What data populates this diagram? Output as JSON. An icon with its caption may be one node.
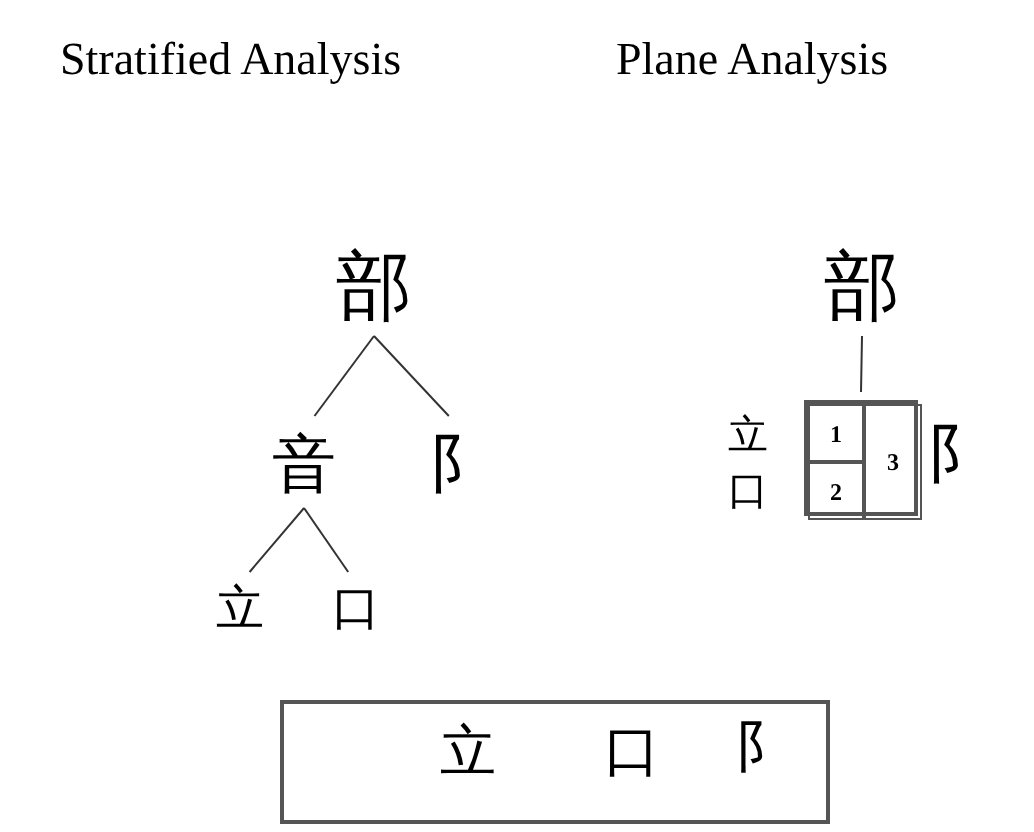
{
  "diagram": {
    "nodes": [
      {
        "text": [
          "部"
        ]
      },
      {
        "text": [
          "音"
        ]
      },
      {
        "text": [
          "阝"
        ]
      },
      {
        "text": [
          "立"
        ]
      },
      {
        "text": [
          "口"
        ]
      },
      {
        "text": [
          "立",
          "口",
          "阝"
        ]
      },
      {
        "text": [
          "部"
        ]
      },
      {
        "text": [],
        "shape": "box"
      },
      {
        "text": [
          "1"
        ],
        "in": 7
      },
      {
        "text": [
          "2"
        ],
        "in": 7
      },
      {
        "text": [
          "3"
        ],
        "in": 7
      }
    ],
    "edges": [
      {
        "from": 0,
        "to": 1,
        "arrow": "none"
      },
      {
        "from": 0,
        "to": 2,
        "arrow": "none"
      },
      {
        "from": 1,
        "to": 3,
        "arrow": "none"
      },
      {
        "from": 1,
        "to": 4,
        "arrow": "none"
      },
      {
        "from": 6,
        "to": 7,
        "arrow": "none"
      }
    ],
    "labels": [
      "Stratified Analysis",
      "Plane Analysis",
      "立",
      "口",
      "阝"
    ]
  }
}
